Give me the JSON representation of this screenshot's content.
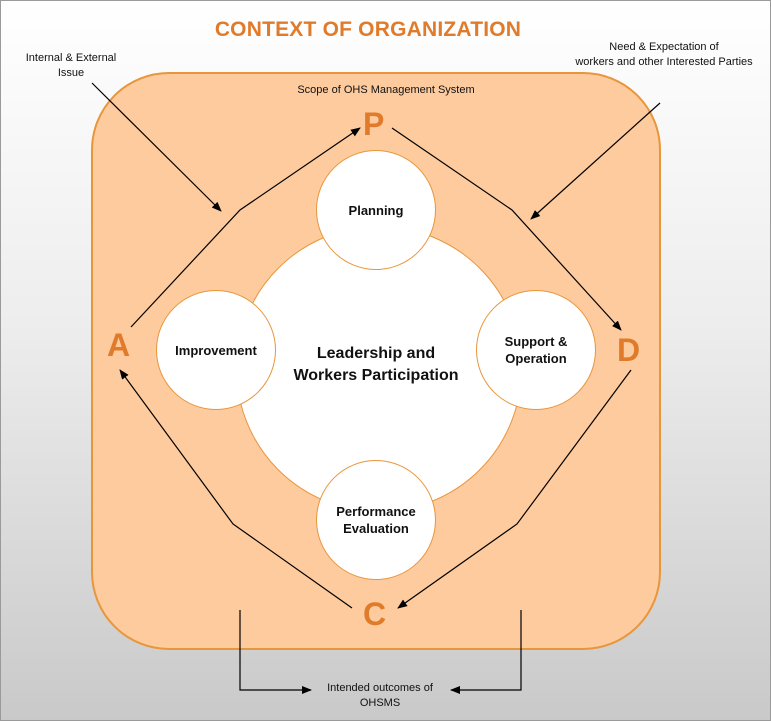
{
  "title": "CONTEXT OF ORGANIZATION",
  "notes": {
    "internal_external": [
      "Internal & External",
      "Issue"
    ],
    "needs_expectations": [
      "Need & Expectation of",
      "workers and other Interested Parties"
    ],
    "outcomes": [
      "Intended outcomes of",
      "OHSMS"
    ]
  },
  "scope_label": "Scope of OHS Management System",
  "center": [
    "Leadership and",
    "Workers Participation"
  ],
  "circles": {
    "planning": "Planning",
    "improvement": "Improvement",
    "support": [
      "Support &",
      "Operation"
    ],
    "performance": [
      "Performance",
      "Evaluation"
    ]
  },
  "pdca": {
    "p": "P",
    "d": "D",
    "c": "C",
    "a": "A"
  },
  "colors": {
    "accent": "#e07b2c",
    "scope_fill": "#fdcb9d",
    "border": "#e8963c"
  }
}
